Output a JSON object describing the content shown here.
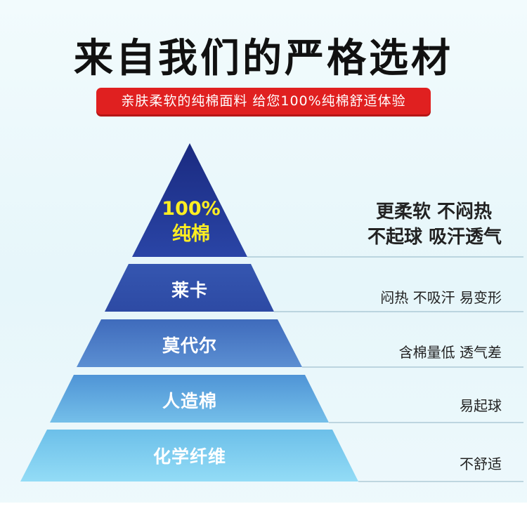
{
  "title": "来自我们的严格选材",
  "subtitle": "亲肤柔软的纯棉面料 给您100%纯棉舒适体验",
  "tiers": [
    {
      "label_line1": "100%",
      "label_line2": "纯棉",
      "desc_line1": "更柔软 不闷热",
      "desc_line2": "不起球 吸汗透气"
    },
    {
      "label": "莱卡",
      "desc": "闷热 不吸汗 易变形"
    },
    {
      "label": "莫代尔",
      "desc": "含棉量低 透气差"
    },
    {
      "label": "人造棉",
      "desc": "易起球"
    },
    {
      "label": "化学纤维",
      "desc": "不舒适"
    }
  ],
  "colors": {
    "top_tier": "#1f3590",
    "tier_2": "#2f4ea8",
    "tier_3": "#4b79c4",
    "tier_4": "#6aaee0",
    "tier_5": "#8fd6f5",
    "banner": "#e02020",
    "highlight_text": "#ffee22"
  }
}
